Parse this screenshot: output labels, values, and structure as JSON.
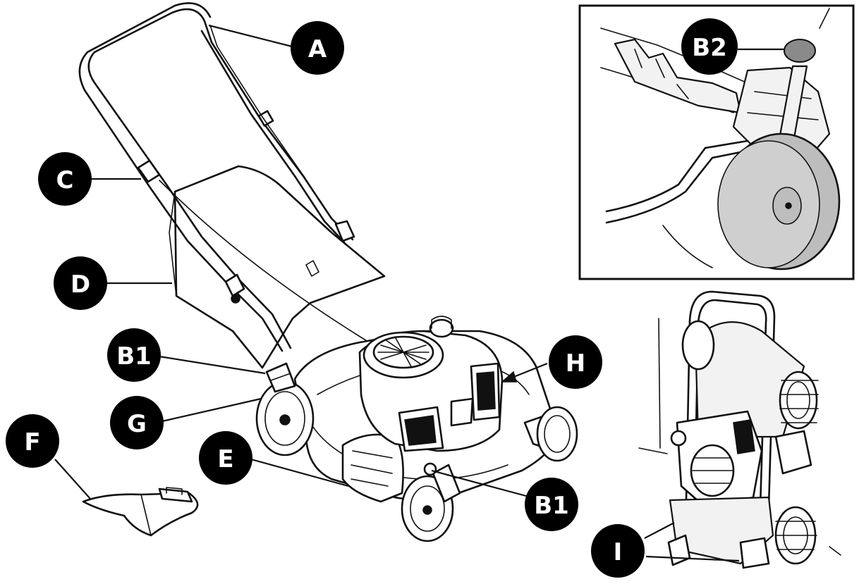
{
  "labels": {
    "A": "A",
    "B1_rear": "B1",
    "B1_front": "B1",
    "B2": "B2",
    "C": "C",
    "D": "D",
    "E": "E",
    "F": "F",
    "G": "G",
    "H": "H",
    "I": "I"
  }
}
